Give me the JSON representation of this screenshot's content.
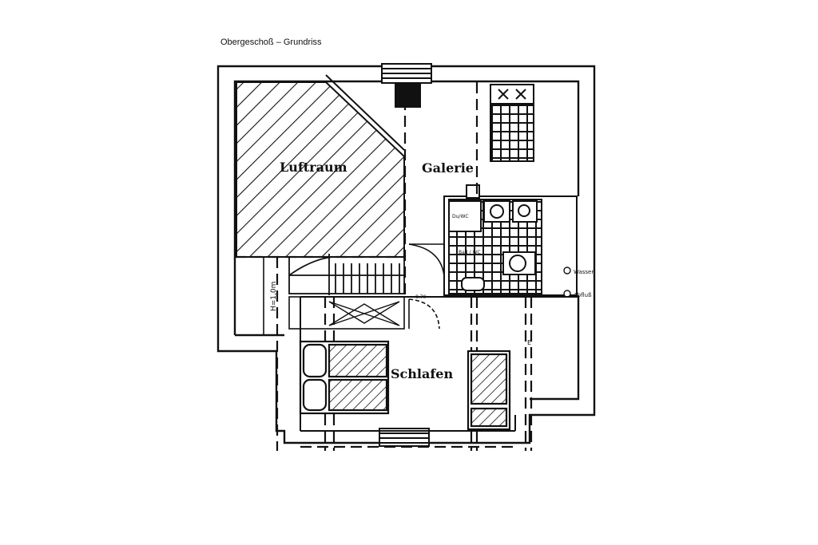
{
  "title": "Obergeschoß – Grundriss",
  "rooms": {
    "luftraum": "Luftraum",
    "galerie": "Galerie",
    "schlafen": "Schlafen"
  },
  "annotations": {
    "height_mark": "H=1,0m",
    "bath_top": "Du/WC",
    "bath_mid": "Bad / WC",
    "door_tag": "0.70",
    "legend_top": "Wasser",
    "legend_bottom": "Abfluß",
    "small_mark": "E"
  },
  "colors": {
    "line": "#111111",
    "background": "#ffffff"
  }
}
